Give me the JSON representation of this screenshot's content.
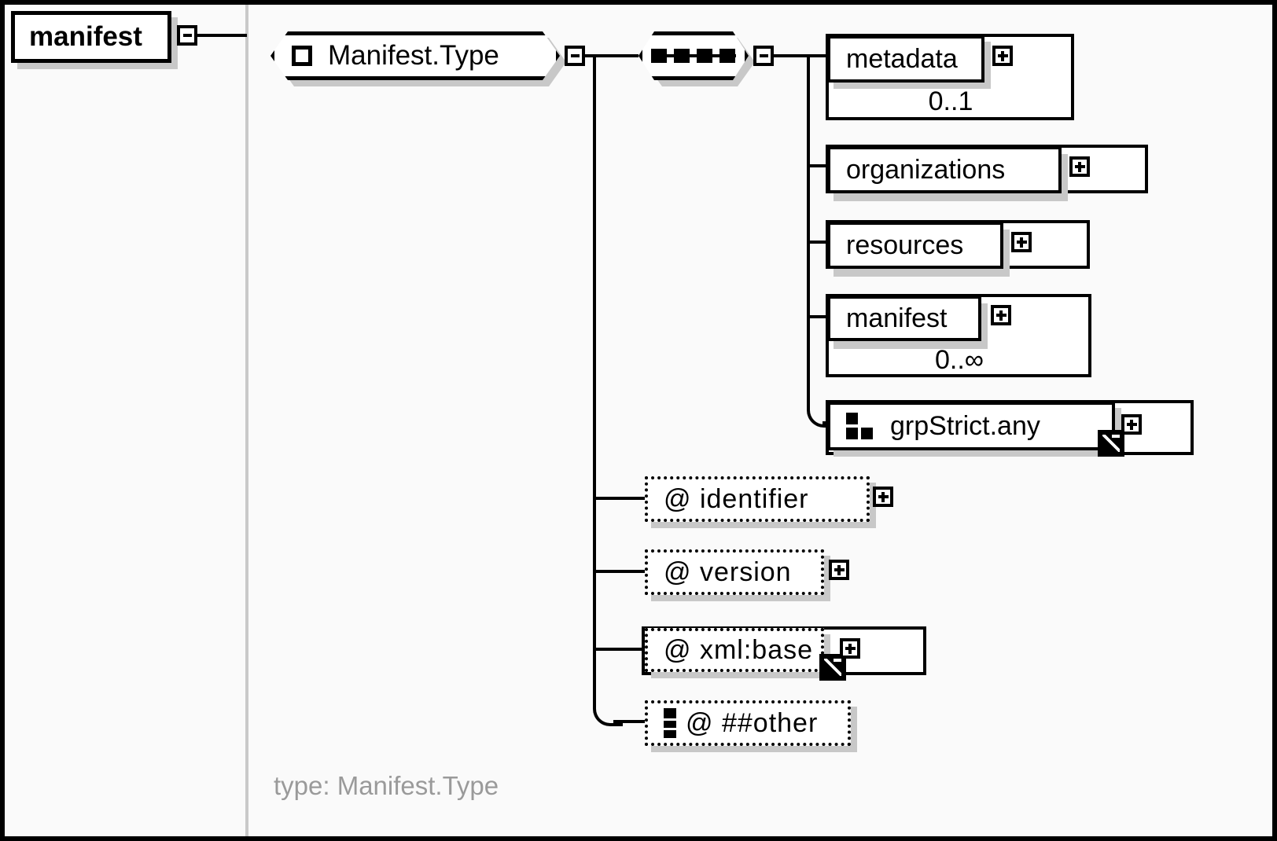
{
  "diagram": {
    "kind": "xml-schema-element-diagram",
    "root_element": {
      "name": "manifest",
      "toggle": "minus-toggle"
    },
    "type_node": {
      "name": "Manifest.Type",
      "icon": "complex-type-square-icon",
      "toggle": "minus-toggle"
    },
    "compositor": {
      "kind": "sequence",
      "icon": "sequence-icon",
      "toggle": "minus-toggle"
    },
    "children": [
      {
        "name": "metadata",
        "cardinality": "0..1",
        "toggle": "plus-toggle",
        "optional": true,
        "reference": false
      },
      {
        "name": "organizations",
        "cardinality": "",
        "toggle": "plus-toggle",
        "optional": false,
        "reference": false
      },
      {
        "name": "resources",
        "cardinality": "",
        "toggle": "plus-toggle",
        "optional": false,
        "reference": false
      },
      {
        "name": "manifest",
        "cardinality": "0..∞",
        "toggle": "plus-toggle",
        "optional": true,
        "reference": false
      },
      {
        "name": "grpStrict.any",
        "cardinality": "",
        "toggle": "plus-toggle",
        "optional": false,
        "reference": true,
        "icon": "group-icon"
      }
    ],
    "attributes": [
      {
        "name": "@ identifier",
        "toggle": "plus-toggle",
        "style": "dotted",
        "reference": false
      },
      {
        "name": "@ version",
        "toggle": "plus-toggle",
        "style": "dotted",
        "reference": false
      },
      {
        "name": "@ xml:base",
        "toggle": "plus-toggle",
        "style": "dotted-in-solid",
        "reference": true
      },
      {
        "name": "@ ##other",
        "toggle": "",
        "style": "dotted",
        "reference": false,
        "icon": "any-attribute-icon"
      }
    ],
    "footer": {
      "type_label": "type: Manifest.Type"
    },
    "colors": {
      "line": "#000000",
      "shadow": "#c8c8c8",
      "divider": "#c9c9c9",
      "background": "#fafafa",
      "muted_text": "#9a9a9a"
    }
  }
}
